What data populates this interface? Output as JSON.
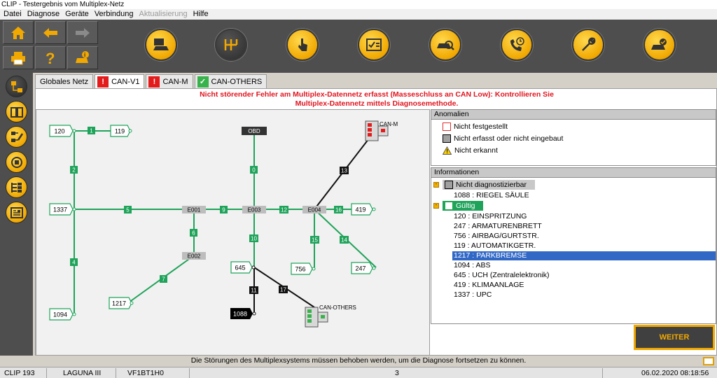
{
  "window_title": "CLIP - Testergebnis vom Multiplex-Netz",
  "menu": [
    "Datei",
    "Diagnose",
    "Geräte",
    "Verbindung",
    "Aktualisierung",
    "Hilfe"
  ],
  "menu_disabled_index": 4,
  "tabs": [
    {
      "label": "Globales Netz",
      "icon": "none"
    },
    {
      "label": "CAN-V1",
      "icon": "error-icon"
    },
    {
      "label": "CAN-M",
      "icon": "error-icon"
    },
    {
      "label": "CAN-OTHERS",
      "icon": "check-icon"
    }
  ],
  "warning": {
    "line1": "Nicht störender Fehler am Multiplex-Datennetz erfasst (Masseschluss an CAN Low): Kontrollieren Sie",
    "line2": "Multiplex-Datennetz mittels Diagnosemethode."
  },
  "diagram": {
    "nodes": {
      "n120": "120",
      "n119": "119",
      "n1337": "1337",
      "n1094": "1094",
      "n1217": "1217",
      "n645": "645",
      "n1088": "1088",
      "n756": "756",
      "n247": "247",
      "n419": "419",
      "obd": "OBD",
      "e001": "E001",
      "e002": "E002",
      "e003": "E003",
      "e004": "E004"
    },
    "segments": {
      "s1": "1",
      "s2": "2",
      "s4": "4",
      "s5": "5",
      "s6": "6",
      "s7": "7",
      "s9": "9",
      "s0": "0",
      "s10": "10",
      "s11": "11",
      "s12": "12",
      "s13": "13",
      "s14": "14",
      "s15": "15",
      "s16": "16",
      "s17": "17"
    },
    "gateway_canm": "CAN-M",
    "gateway_canothers": "CAN-OTHERS"
  },
  "anomalies": {
    "header": "Anomalien",
    "items": [
      "Nicht festgestellt",
      "Nicht erfasst oder nicht eingebaut",
      "Nicht erkannt"
    ]
  },
  "informationen": {
    "header": "Informationen",
    "group1": {
      "label": "Nicht diagnostizierbar",
      "items": [
        "1088 : RIEGEL SÄULE"
      ]
    },
    "group2": {
      "label": "Gültig",
      "items": [
        "120 : EINSPRITZUNG",
        "247 : ARMATURENBRETT",
        "756 : AIRBAG/GURTSTR.",
        "119 : AUTOMATIKGETR.",
        "1217 : PARKBREMSE",
        "1094 : ABS",
        "645 : UCH (Zentralelektronik)",
        "419 : KLIMAANLAGE",
        "1337 : UPC"
      ]
    },
    "selected_index": 4
  },
  "weiter_label": "WEITER",
  "status_message": "Die Störungen des Multiplexsystems müssen behoben werden, um die Diagnose fortsetzen zu können.",
  "statusbar": {
    "clip": "CLIP 193",
    "vehicle": "LAGUNA III",
    "vin": "VF1BT1H0",
    "page": "3",
    "datetime": "06.02.2020 08:18:56"
  },
  "colors": {
    "accent": "#f1a800",
    "bus_green": "#1fa35a",
    "error_red": "#e0151f",
    "selection": "#3168c6"
  }
}
